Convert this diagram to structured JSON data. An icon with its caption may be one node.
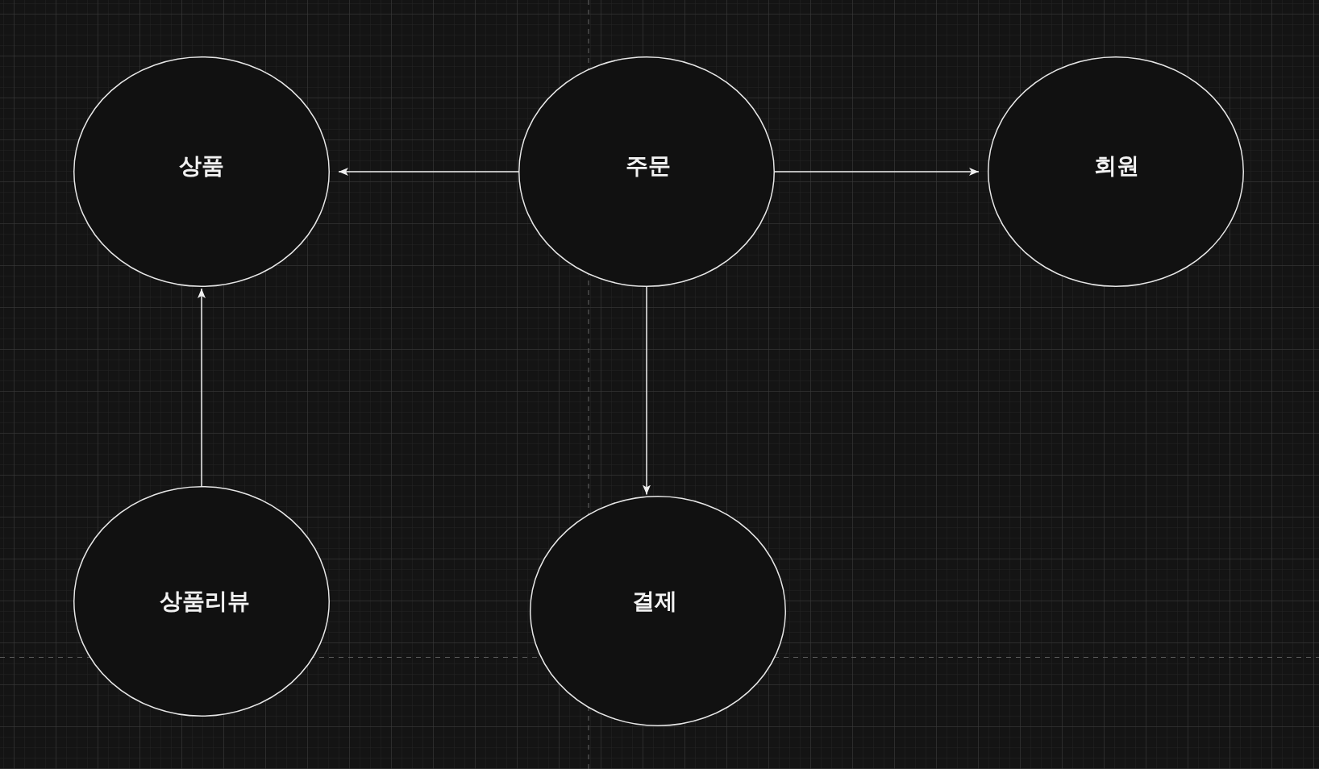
{
  "diagram": {
    "nodes": [
      {
        "text": [
          "상품"
        ]
      },
      {
        "text": [
          "주문"
        ]
      },
      {
        "text": [
          "회원"
        ]
      },
      {
        "text": [
          "상품리뷰"
        ]
      },
      {
        "text": [
          "결제"
        ]
      }
    ],
    "edges": [
      {
        "from": 1,
        "to": 0,
        "arrow": "to"
      },
      {
        "from": 1,
        "to": 2,
        "arrow": "to"
      },
      {
        "from": 1,
        "to": 4,
        "arrow": "to"
      },
      {
        "from": 3,
        "to": 0,
        "arrow": "to"
      }
    ]
  }
}
